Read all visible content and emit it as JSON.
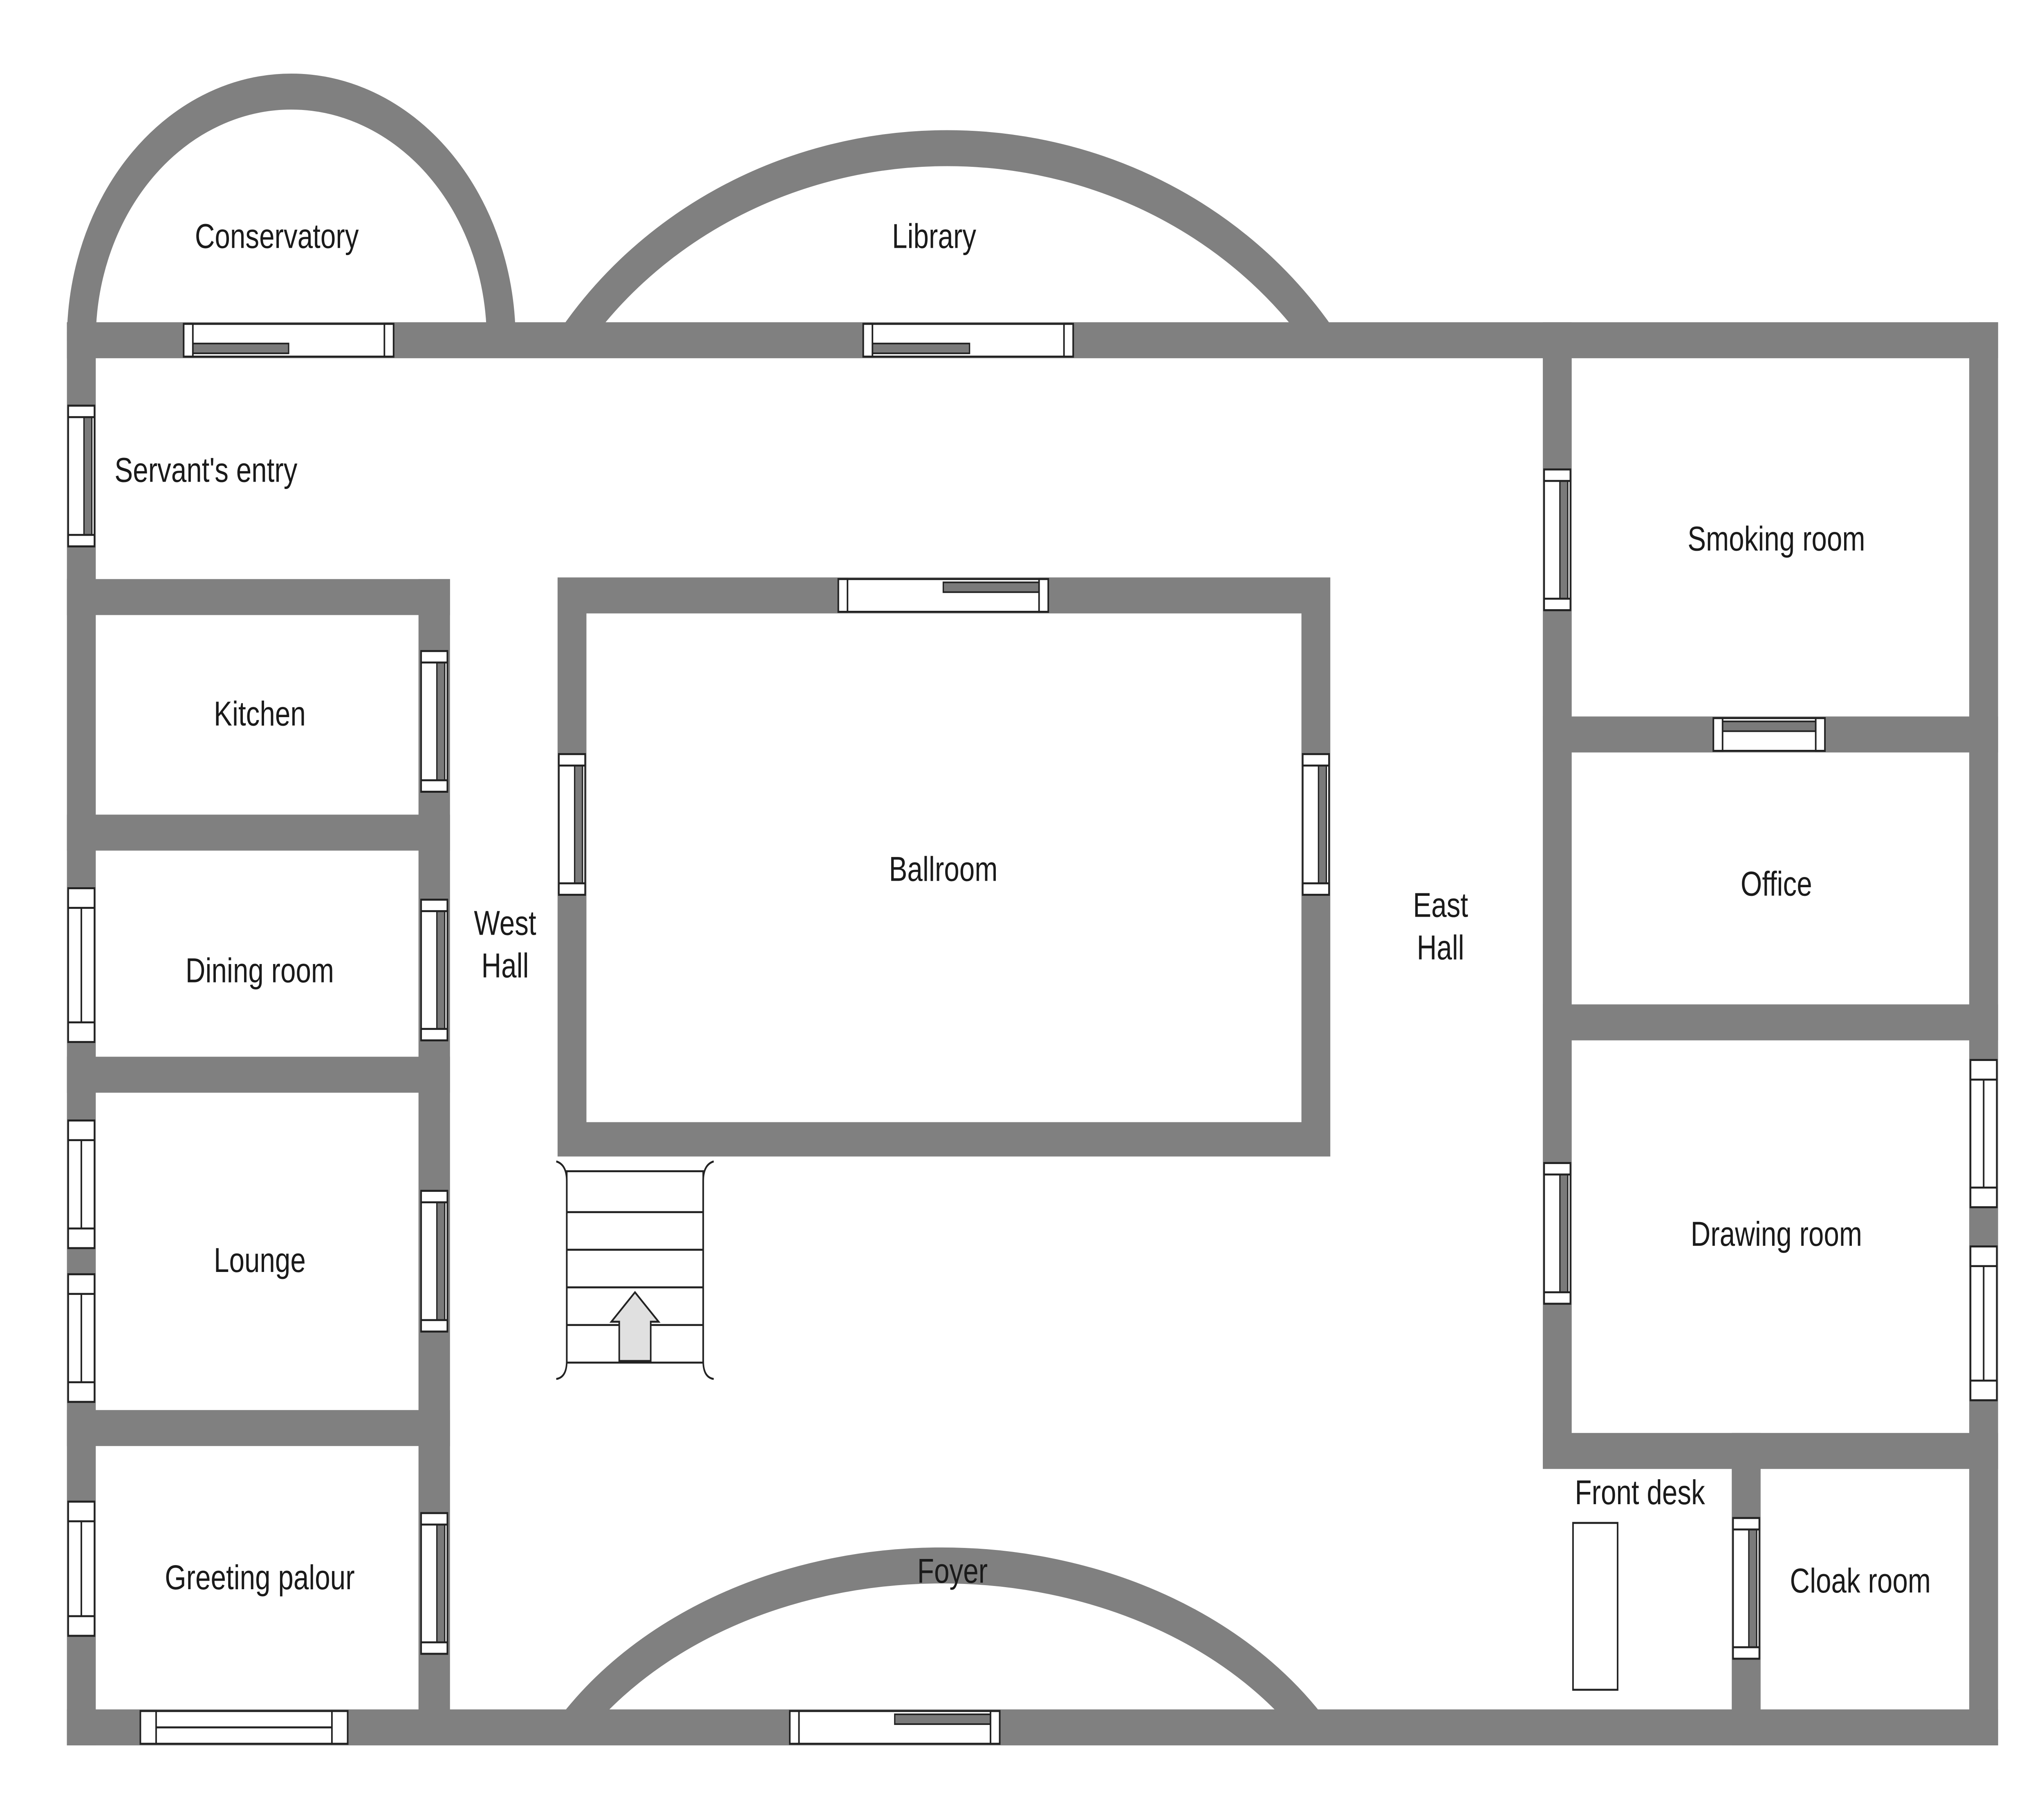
{
  "rooms": {
    "conservatory": "Conservatory",
    "library": "Library",
    "servants_entry": "Servant's entry",
    "kitchen": "Kitchen",
    "dining_room": "Dining room",
    "lounge": "Lounge",
    "greeting_palour": "Greeting palour",
    "west_hall_line1": "West",
    "west_hall_line2": "Hall",
    "ballroom": "Ballroom",
    "east_hall_line1": "East",
    "east_hall_line2": "Hall",
    "smoking_room": "Smoking room",
    "office": "Office",
    "drawing_room": "Drawing room",
    "front_desk": "Front desk",
    "cloak_room": "Cloak room",
    "foyer": "Foyer"
  },
  "colors": {
    "wall": "#808080",
    "floor": "#ffffff",
    "door_leaf": "#7a7a7a"
  }
}
